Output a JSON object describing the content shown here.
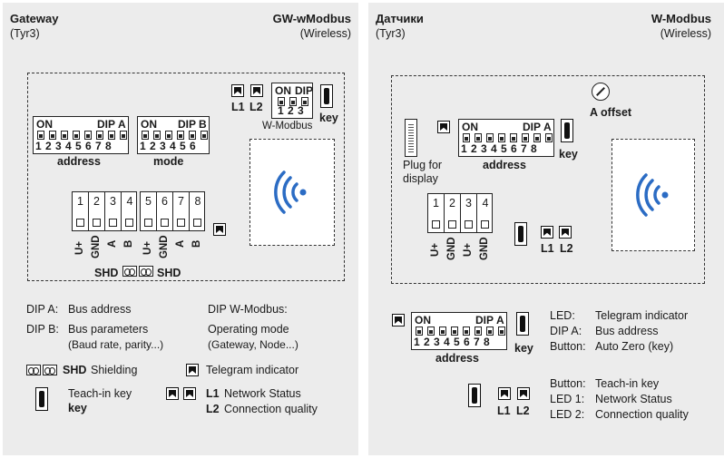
{
  "left": {
    "title": "Gateway",
    "subtitle": "(Tyr3)",
    "title_right": "GW-wModbus",
    "subtitle_right": "(Wireless)",
    "dip_a": {
      "on": "ON",
      "dip": "DIP",
      "letter": "A",
      "nums": "1 2 3 4 5 6 7 8",
      "label": "address"
    },
    "dip_b": {
      "on": "ON",
      "dip": "DIP",
      "letter": "B",
      "nums": "1 2 3 4 5 6",
      "label": "mode"
    },
    "dip_w": {
      "on": "ON",
      "dip": "DIP",
      "nums": "1 2 3",
      "label": "W-Modbus"
    },
    "l1": "L1",
    "l2": "L2",
    "key": "key",
    "terminals": [
      "1",
      "2",
      "3",
      "4",
      "5",
      "6",
      "7",
      "8"
    ],
    "term_labels": [
      "U+",
      "GND",
      "A",
      "B",
      "U+",
      "GND",
      "A",
      "B"
    ],
    "shd": "SHD",
    "legend": {
      "dipa_k": "DIP A:",
      "dipa_v": "Bus address",
      "dipb_k": "DIP B:",
      "dipb_v": "Bus parameters",
      "dipb_v2": "(Baud rate, parity...)",
      "dipw_k": "DIP W-Modbus:",
      "dipw_v": "Operating mode",
      "dipw_v2": "(Gateway, Node...)",
      "shd_k": "SHD",
      "shd_v": "Shielding",
      "tele": "Telegram indicator",
      "teach": "Teach-in key",
      "teach_key": "key",
      "l1_k": "L1",
      "l1_v": "Network Status",
      "l2_k": "L2",
      "l2_v": "Connection quality"
    }
  },
  "right": {
    "title": "Датчики",
    "subtitle": "(Tyr3)",
    "title_right": "W-Modbus",
    "subtitle_right": "(Wireless)",
    "offset": "A  offset",
    "dip_a": {
      "on": "ON",
      "dip": "DIP",
      "letter": "A",
      "nums": "1 2 3 4 5 6 7 8",
      "label": "address"
    },
    "key": "key",
    "plug": "Plug for",
    "plug2": "display",
    "terminals": [
      "1",
      "2",
      "3",
      "4"
    ],
    "term_labels": [
      "U+",
      "GND",
      "U+",
      "GND"
    ],
    "l1": "L1",
    "l2": "L2",
    "legend": {
      "dip_on": "ON",
      "dip_dip": "DIP",
      "dip_letter": "A",
      "dip_nums": "1 2 3 4 5 6 7 8",
      "dip_label": "address",
      "key": "key",
      "led_k": "LED:",
      "led_v": "Telegram indicator",
      "dipa_k": "DIP A:",
      "dipa_v": "Bus address",
      "btn_k": "Button:",
      "btn_v": "Auto Zero (key)",
      "btn2_k": "Button:",
      "btn2_v": "Teach-in key",
      "led1_k": "LED 1:",
      "led1_v": "Network Status",
      "led2_k": "LED 2:",
      "led2_v": "Connection quality",
      "l1": "L1",
      "l2": "L2"
    }
  },
  "colors": {
    "panel": "#ececec",
    "wireless": "#2b6cc4"
  }
}
